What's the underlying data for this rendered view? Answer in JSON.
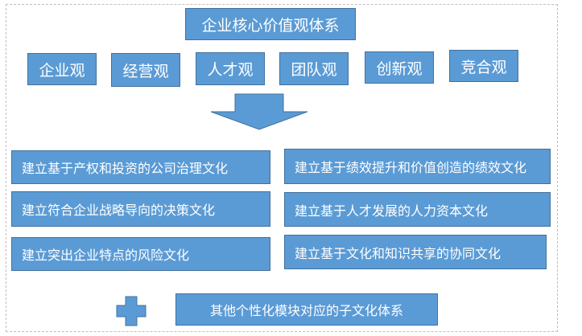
{
  "title": "企业核心价值观体系",
  "views": [
    "企业观",
    "经营观",
    "人才观",
    "团队观",
    "创新观",
    "竞合观"
  ],
  "cultures_left": [
    "建立基于产权和投资的公司治理文化",
    "建立符合企业战略导向的决策文化",
    "建立突出企业特点的风险文化"
  ],
  "cultures_right": [
    "建立基于绩效提升和价值创造的绩效文化",
    "建立基于人才发展的人力资本文化",
    "建立基于文化和知识共享的协同文化"
  ],
  "other": "其他个性化模块对应的子文化体系",
  "colors": {
    "box_fill": "#5b9bd5",
    "box_border": "#41719c",
    "text": "#ffffff",
    "frame": "#bfbfbf"
  },
  "icons": {
    "arrow": "down-arrow-icon",
    "plus": "plus-icon"
  }
}
